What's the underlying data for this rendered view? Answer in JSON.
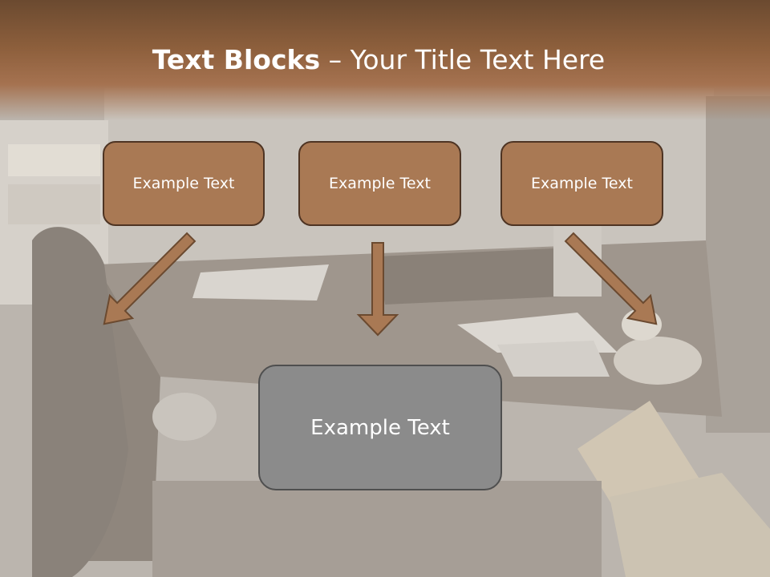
{
  "title": {
    "bold": "Text Blocks",
    "dash": " – ",
    "rest": "Your Title Text Here"
  },
  "boxes": [
    {
      "label": "Example Text"
    },
    {
      "label": "Example Text"
    },
    {
      "label": "Example Text"
    }
  ],
  "target": {
    "label": "Example Text"
  },
  "colors": {
    "box_fill": "#a97954",
    "box_border": "#4e3423",
    "arrow_fill": "#a97954",
    "target_fill": "#8b8b8b",
    "header": "#8d5f3c"
  }
}
